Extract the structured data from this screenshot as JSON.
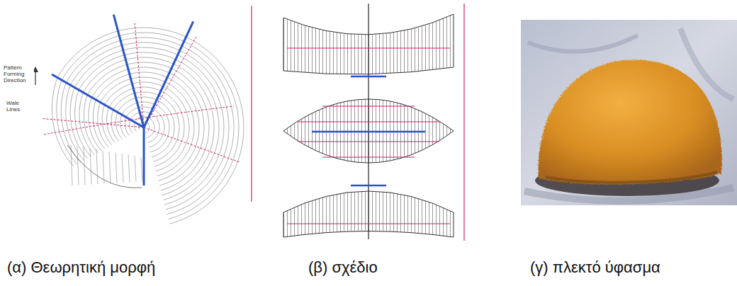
{
  "diagram": {
    "labels": [
      "Pattern Forming Direction",
      "Wale Lines",
      "(α) Θεωρητική μορφή",
      "(β) σχέδιο",
      "(γ) πλεκτό ύφασμα"
    ]
  }
}
